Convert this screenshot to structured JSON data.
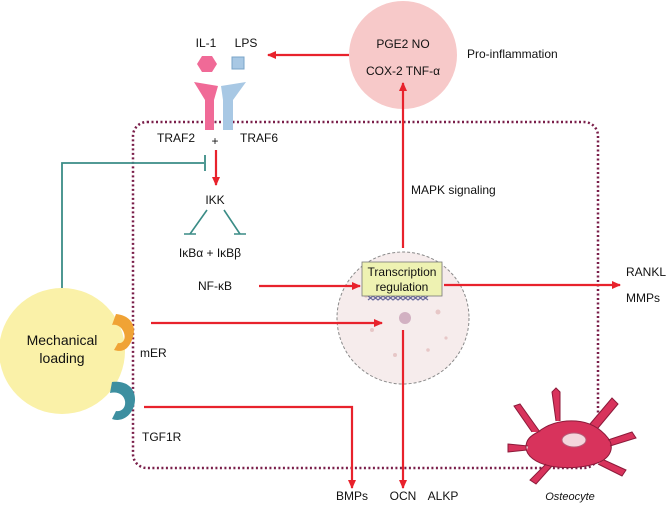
{
  "colors": {
    "arrow": "#e8222c",
    "inhibit": "#3a8c86",
    "cell_border": "#7a1f4a",
    "inflammation_circle": "#f7c9c9",
    "mechanical_circle": "#faf1a8",
    "nucleus_fill": "#f6ecec",
    "transcription_box": "#eef2b2",
    "il1_shape": "#f06a97",
    "lps_shape": "#a8c8e4",
    "mer_receptor": "#f0a335",
    "tgf_receptor": "#3d8fa0",
    "osteocyte_body": "#d8335c"
  },
  "labels": {
    "pge2_no": "PGE2 NO",
    "cox2_tnf": "COX-2 TNF-α",
    "pro_inflammation": "Pro-inflammation",
    "il1": "IL-1",
    "lps": "LPS",
    "traf2": "TRAF2",
    "plus": "+",
    "traf6": "TRAF6",
    "mapk": "MAPK signaling",
    "ikk": "IKK",
    "ikb": "IκBα + IκBβ",
    "nfkb": "NF-κB",
    "transcription_1": "Transcription",
    "transcription_2": "regulation",
    "rankl": "RANKL",
    "mmps": "MMPs",
    "mechanical_1": "Mechanical",
    "mechanical_2": "loading",
    "mer": "mER",
    "tgf1r": "TGF1R",
    "bmps": "BMPs",
    "ocn": "OCN",
    "alkp": "ALKP",
    "osteocyte": "Osteocyte"
  }
}
